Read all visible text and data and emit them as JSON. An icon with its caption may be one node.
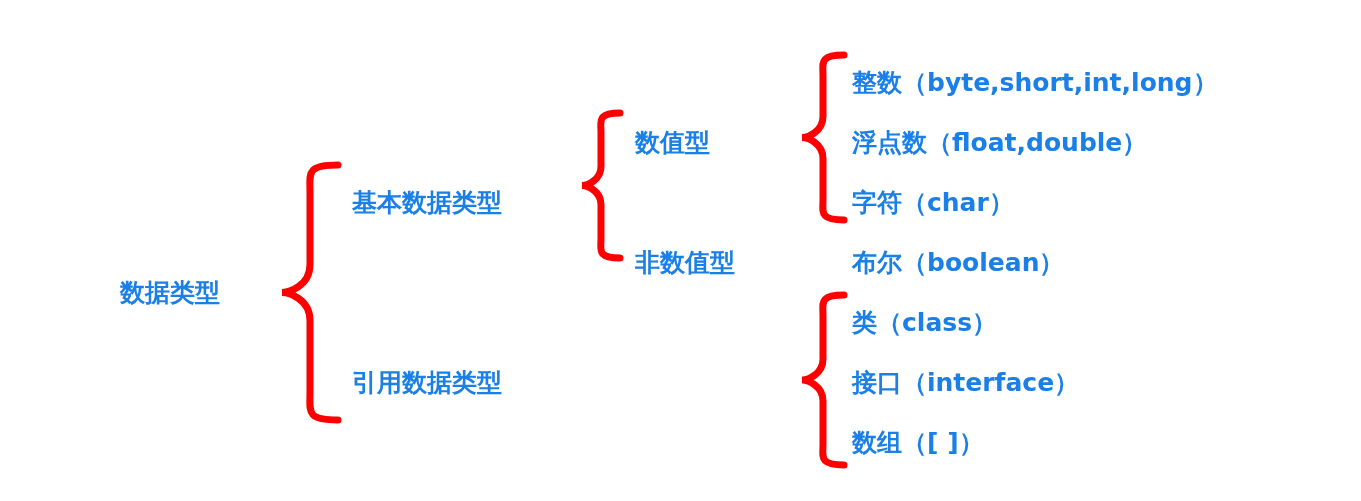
{
  "diagram": {
    "labels": [
      "数据类型",
      "基本数据类型",
      "数值型",
      "整数（**byte**,**short**,**int**,**long**）",
      "浮点数（**float**,**double**）",
      "字符（**char**）",
      "非数值型",
      "布尔（**boolean**）",
      "引用数据类型",
      "类（**class**）",
      "接口（**interface**）",
      "数组（**[ ]**）"
    ]
  }
}
